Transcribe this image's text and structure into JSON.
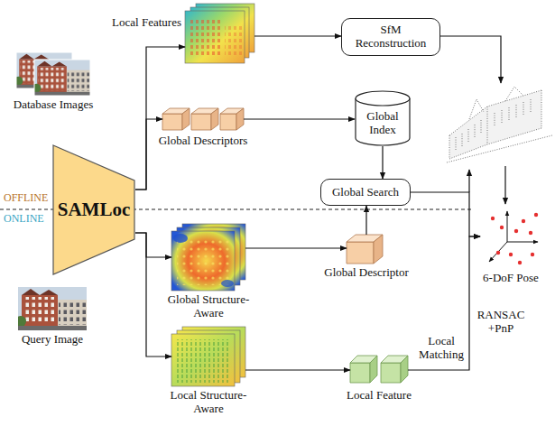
{
  "diagram": {
    "nodes": [
      {
        "text": [
          "Database Images"
        ]
      },
      {
        "text": [
          "SAMLoc"
        ]
      },
      {
        "text": [
          "Local Features"
        ]
      },
      {
        "text": [
          "Global Descriptors"
        ]
      },
      {
        "text": [
          "SfM Reconstruction"
        ]
      },
      {
        "text": [
          "Global Index"
        ]
      },
      {
        "text": [
          "Query Image"
        ]
      },
      {
        "text": [
          "Global Structure-Aware"
        ]
      },
      {
        "text": [
          "Local Structure-Aware"
        ]
      },
      {
        "text": [
          "Global Descriptor"
        ]
      },
      {
        "text": [
          "Global Search"
        ]
      },
      {
        "text": [
          "Local Feature"
        ]
      },
      {
        "text": [
          "6-DoF Pose"
        ]
      }
    ],
    "edges": [
      {
        "from": 1,
        "to": 2,
        "arrow": "to"
      },
      {
        "from": 1,
        "to": 3,
        "arrow": "to"
      },
      {
        "from": 1,
        "to": 7,
        "arrow": "to"
      },
      {
        "from": 1,
        "to": 8,
        "arrow": "to"
      },
      {
        "from": 2,
        "to": 4,
        "arrow": "to"
      },
      {
        "from": 3,
        "to": 5,
        "arrow": "to"
      },
      {
        "from": 5,
        "to": 10,
        "arrow": "to"
      },
      {
        "from": 7,
        "to": 9,
        "arrow": "to"
      },
      {
        "from": 9,
        "to": 10,
        "arrow": "to"
      },
      {
        "from": 8,
        "to": 11,
        "arrow": "to"
      },
      {
        "from": 10,
        "to": 12,
        "arrow": "to"
      },
      {
        "from": 11,
        "to": 12,
        "label": "Local Matching",
        "arrow": "to"
      }
    ],
    "labels": [
      "OFFLINE",
      "ONLINE",
      "RANSAC +PnP"
    ]
  }
}
